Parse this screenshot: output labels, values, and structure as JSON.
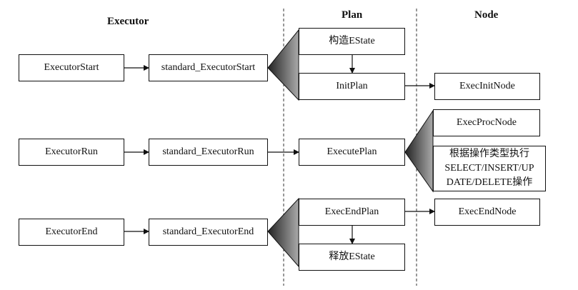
{
  "columns": {
    "executor": "Executor",
    "plan": "Plan",
    "node": "Node"
  },
  "executor_col": {
    "start": "ExecutorStart",
    "run": "ExecutorRun",
    "end": "ExecutorEnd"
  },
  "standard_col": {
    "start": "standard_ExecutorStart",
    "run": "standard_ExecutorRun",
    "end": "standard_ExecutorEnd"
  },
  "plan_col": {
    "construct_estate": "构造EState",
    "init_plan": "InitPlan",
    "execute_plan": "ExecutePlan",
    "exec_end_plan": "ExecEndPlan",
    "release_estate": "释放EState"
  },
  "node_col": {
    "exec_init_node": "ExecInitNode",
    "exec_proc_node": "ExecProcNode",
    "exec_by_type_line1": "根据操作类型执行",
    "exec_by_type_line2": "SELECT/INSERT/UP",
    "exec_by_type_line3": "DATE/DELETE操作",
    "exec_end_node": "ExecEndNode"
  }
}
